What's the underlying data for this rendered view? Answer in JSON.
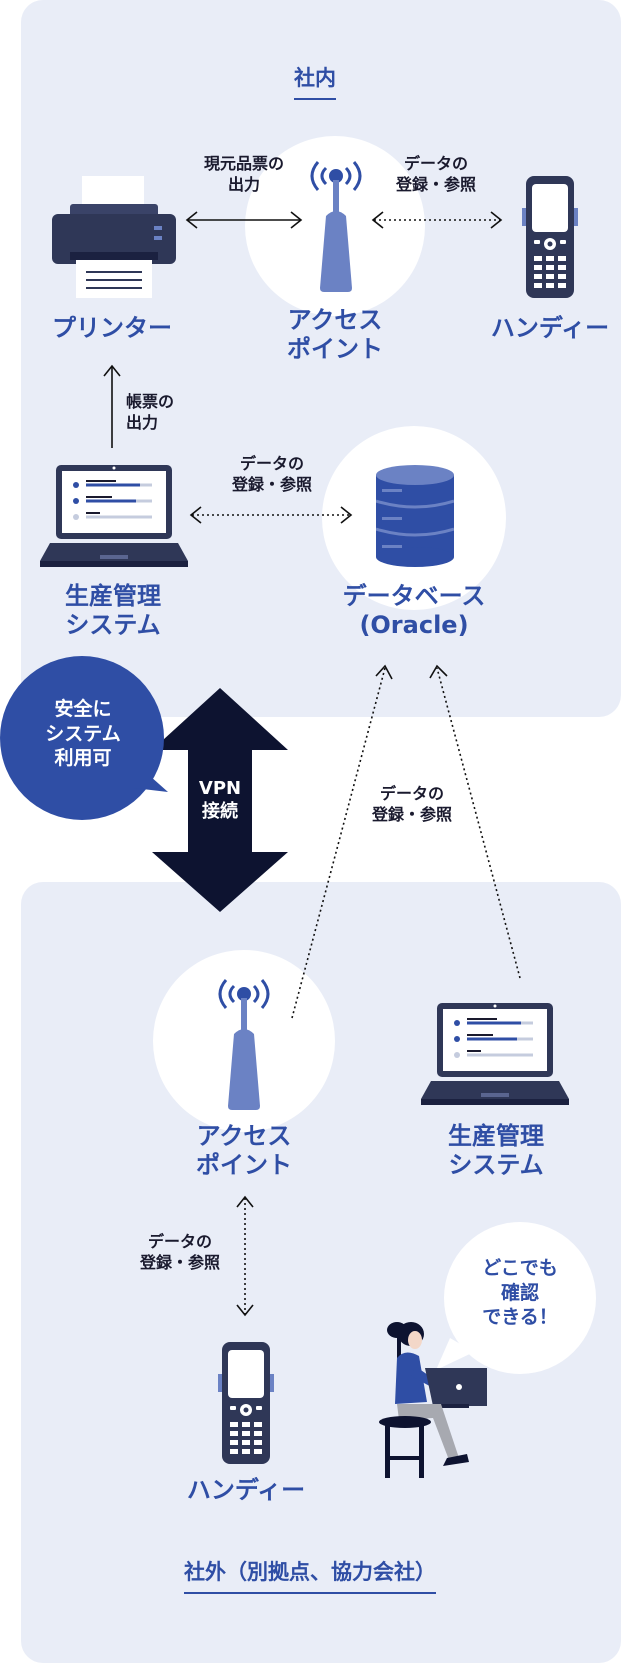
{
  "colors": {
    "accent": "#2f4ea5",
    "panel_bg": "#e9edf7",
    "dark": "#0d1330",
    "device_blue": "#6b82c4"
  },
  "inside": {
    "title": "社内",
    "printer": {
      "label": "プリンター",
      "icon": "printer-icon"
    },
    "access_point": {
      "label": "アクセス\nポイント",
      "icon": "access-point-icon"
    },
    "handy": {
      "label": "ハンディー",
      "icon": "handy-terminal-icon"
    },
    "production": {
      "label": "生産管理\nシステム",
      "icon": "laptop-icon"
    },
    "database": {
      "label": "データベース\n(Oracle)",
      "icon": "database-icon"
    },
    "notes": {
      "printer_ap": "現元品票の\n出力",
      "ap_handy": "データの\n登録・参照",
      "prod_printer": "帳票の\n出力",
      "prod_db": "データの\n登録・参照"
    }
  },
  "vpn": {
    "label": "VPN\n接続",
    "bubble": "安全に\nシステム\n利用可"
  },
  "outside": {
    "title": "社外（別拠点、協力会社）",
    "remote_note": "データの\n登録・参照",
    "access_point": {
      "label": "アクセス\nポイント",
      "icon": "access-point-icon"
    },
    "production": {
      "label": "生産管理\nシステム",
      "icon": "laptop-icon"
    },
    "handy": {
      "label": "ハンディー",
      "icon": "handy-terminal-icon"
    },
    "ap_handy_note": "データの\n登録・参照",
    "bubble": "どこでも\n確認\nできる！",
    "person_icon": "person-with-laptop-icon"
  }
}
